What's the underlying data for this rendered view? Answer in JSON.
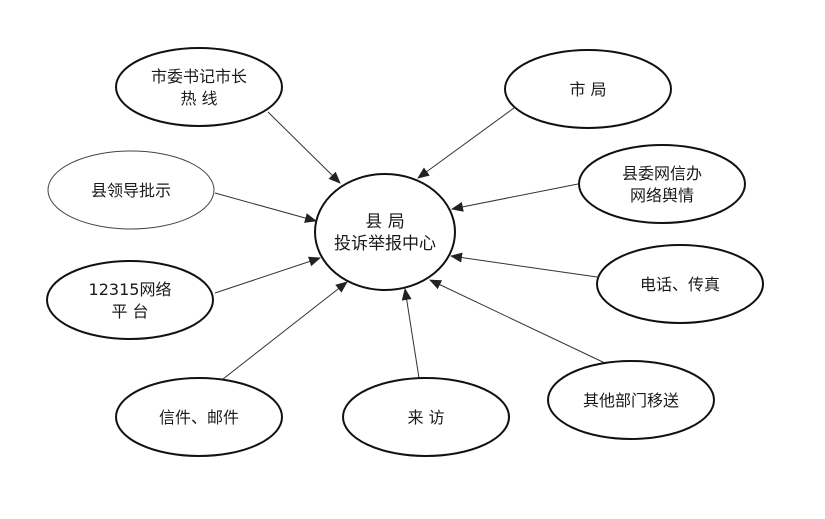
{
  "center": {
    "lines": [
      "县 局",
      "投诉举报中心"
    ]
  },
  "sources": [
    {
      "id": "mayor-hotline",
      "lines": [
        "市委书记市长",
        "热  线"
      ]
    },
    {
      "id": "city-bureau",
      "lines": [
        "市 局"
      ]
    },
    {
      "id": "county-leader-instruction",
      "lines": [
        "县领导批示"
      ]
    },
    {
      "id": "county-cyber-office",
      "lines": [
        "县委网信办",
        "网络舆情"
      ]
    },
    {
      "id": "network-12315",
      "lines": [
        "12315网络",
        "平  台"
      ]
    },
    {
      "id": "phone-fax",
      "lines": [
        "电话、传真"
      ]
    },
    {
      "id": "letters-mail",
      "lines": [
        "信件、邮件"
      ]
    },
    {
      "id": "visits",
      "lines": [
        "来  访"
      ]
    },
    {
      "id": "other-departments",
      "lines": [
        "其他部门移送"
      ]
    }
  ]
}
